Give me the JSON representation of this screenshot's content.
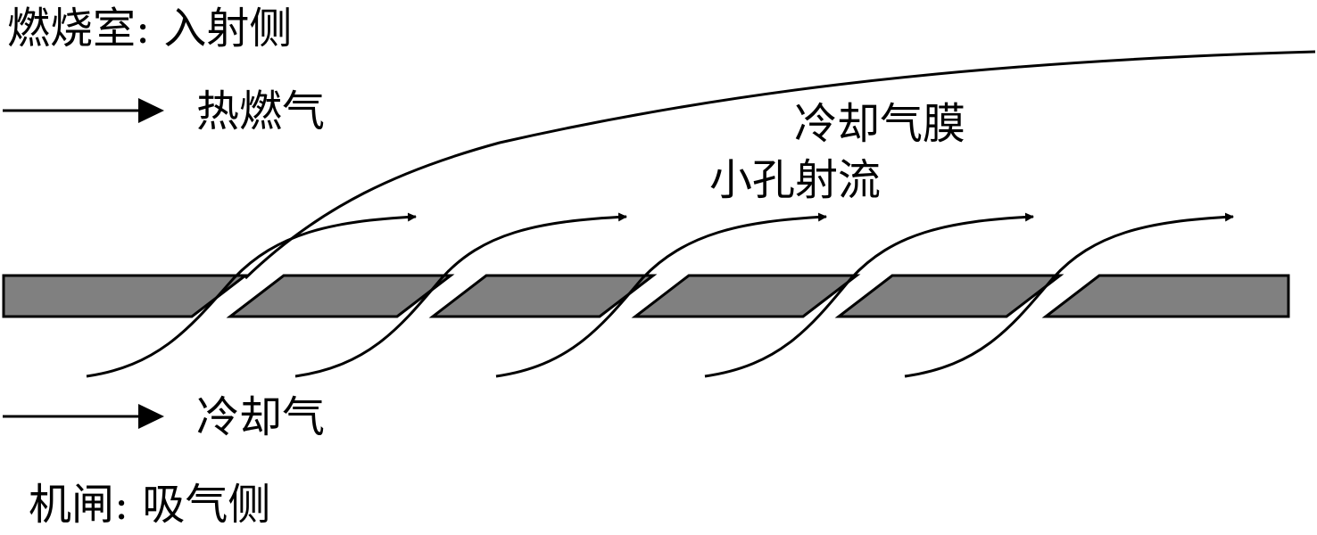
{
  "labels": {
    "combustor_side": "燃烧室: 入射侧",
    "hot_gas": "热燃气",
    "film": "冷却气膜",
    "jet": "小孔射流",
    "coolant": "冷却气",
    "intake_side": "机闸: 吸气侧"
  },
  "colors": {
    "wall_fill": "#808080",
    "stroke": "#000000",
    "background": "#ffffff"
  }
}
